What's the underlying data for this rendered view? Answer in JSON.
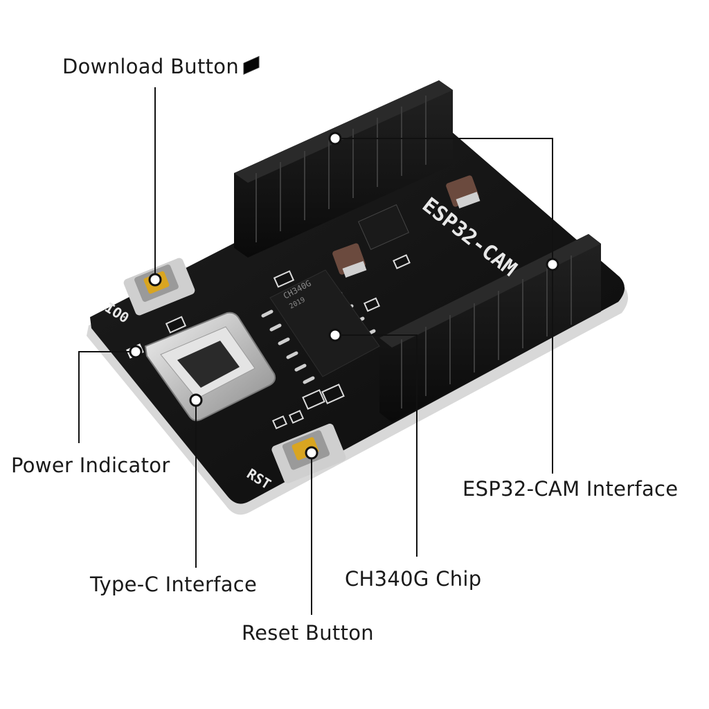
{
  "callouts": {
    "download_button": "Download Button",
    "power_indicator": "Power Indicator",
    "type_c_interface": "Type-C Interface",
    "reset_button": "Reset Button",
    "ch340g_chip": "CH340G Chip",
    "esp32_cam_interface": "ESP32-CAM Interface"
  },
  "silkscreen": {
    "board_name": "ESP32-CAM",
    "io0_label": "IO0",
    "rst_label": "RST"
  },
  "chip_marking": {
    "line1": "CH340G",
    "line2": "2019"
  },
  "colors": {
    "pcb": "#141414",
    "header": "#0f0f0f",
    "usb_metal": "#c9c9c9",
    "button_gold": "#d9a521",
    "leader_line": "#111111"
  }
}
